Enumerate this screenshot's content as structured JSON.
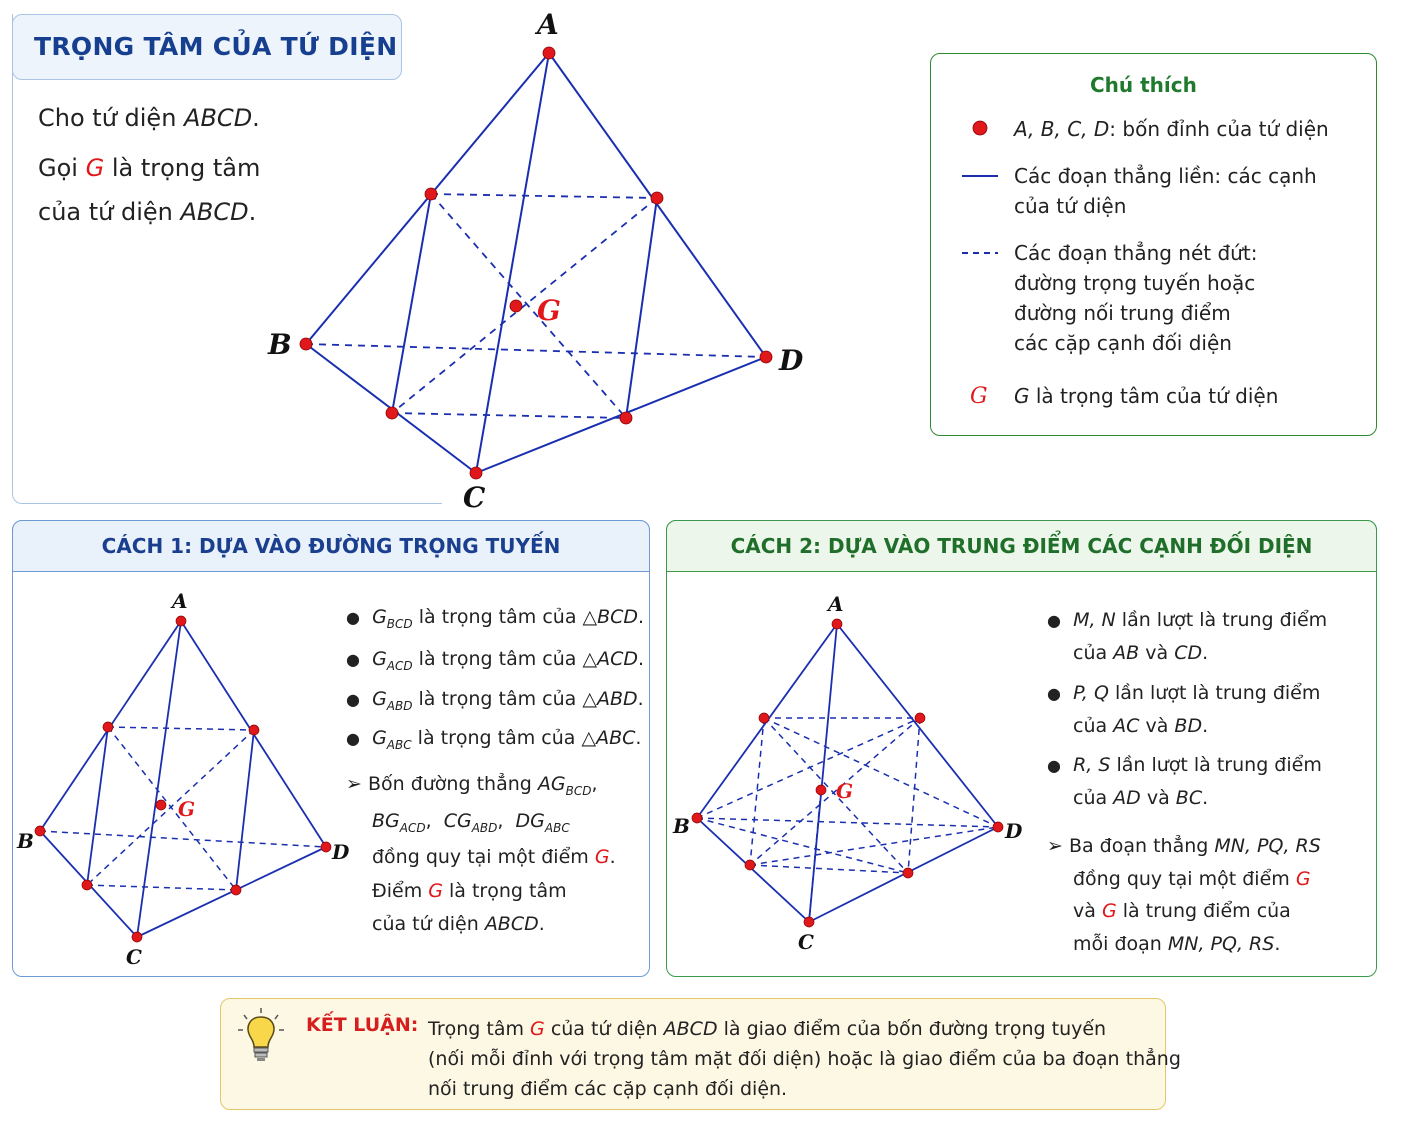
{
  "header": {
    "title": "TRỌNG TÂM CỦA TỨ DIỆN"
  },
  "intro": {
    "line1_pre": "Cho tứ diện ",
    "line1_name": "ABCD",
    "line1_post": ".",
    "line2_pre": "Gọi ",
    "line2_g": "G",
    "line2_post": " là trọng tâm",
    "line3_pre": "của tứ diện ",
    "line3_name": "ABCD",
    "line3_post": "."
  },
  "main_diagram": {
    "vertex_labels": {
      "A": "A",
      "B": "B",
      "C": "C",
      "D": "D"
    },
    "centroid_label": "G"
  },
  "legend": {
    "title": "Chú thích",
    "items": [
      {
        "icon": "red-dot-icon",
        "label_it": "A, B, C, D",
        "label": ": bốn đỉnh của tứ diện"
      },
      {
        "icon": "solid-line-icon",
        "lines": [
          "Các đoạn thẳng liền: các cạnh",
          "của tứ diện"
        ]
      },
      {
        "icon": "dashed-line-icon",
        "lines": [
          "Các đoạn thẳng nét đứt:",
          "đường trọng tuyến hoặc",
          "đường nối trung điểm",
          "các cặp cạnh đối diện"
        ]
      },
      {
        "symbol": "G",
        "label_it": "G",
        "label": " là trọng tâm của tứ diện"
      }
    ]
  },
  "method1": {
    "title": "CÁCH 1: DỰA VÀO ĐƯỜNG TRỌNG TUYẾN",
    "bullets": [
      {
        "g": "G",
        "sub": "BCD",
        "text": " là trọng tâm của ",
        "tri": "△BCD",
        "end": "."
      },
      {
        "g": "G",
        "sub": "ACD",
        "text": " là trọng tâm của ",
        "tri": "△ACD",
        "end": "."
      },
      {
        "g": "G",
        "sub": "ABD",
        "text": " là trọng tâm của ",
        "tri": "△ABD",
        "end": "."
      },
      {
        "g": "G",
        "sub": "ABC",
        "text": " là trọng tâm của ",
        "tri": "△ABC",
        "end": "."
      }
    ],
    "arrow_lines": {
      "l1_pre": "Bốn đường thẳng ",
      "l1_g": "AG",
      "l1_sub": "BCD",
      "l1_end": ",",
      "l2": [
        {
          "g": "BG",
          "sub": "ACD"
        },
        {
          "g": "CG",
          "sub": "ABD"
        },
        {
          "g": "DG",
          "sub": "ABC"
        }
      ],
      "l3_pre": "đồng quy tại một điểm ",
      "l3_g": "G",
      "l3_end": ".",
      "l4_pre": "Điểm ",
      "l4_g": "G",
      "l4_post": " là trọng tâm",
      "l5_pre": "của tứ diện ",
      "l5_name": "ABCD",
      "l5_end": "."
    },
    "labels": {
      "A": "A",
      "B": "B",
      "C": "C",
      "D": "D",
      "G": "G"
    }
  },
  "method2": {
    "title": "CÁCH 2: DỰA VÀO TRUNG ĐIỂM CÁC CẠNH ĐỐI DIỆN",
    "bullets": [
      {
        "l1_it": "M, N",
        "l1": " lần lượt là trung điểm",
        "l2_pre": "của ",
        "l2_a": "AB",
        "l2_mid": " và ",
        "l2_b": "CD",
        "l2_end": "."
      },
      {
        "l1_it": "P, Q",
        "l1": " lần lượt là trung điểm",
        "l2_pre": "của ",
        "l2_a": "AC",
        "l2_mid": " và ",
        "l2_b": "BD",
        "l2_end": "."
      },
      {
        "l1_it": "R, S",
        "l1": " lần lượt là trung điểm",
        "l2_pre": "của ",
        "l2_a": "AD",
        "l2_mid": " và ",
        "l2_b": "BC",
        "l2_end": "."
      }
    ],
    "arrow_lines": {
      "l1_pre": "Ba đoạn thẳng ",
      "l1_it": "MN, PQ, RS",
      "l2_pre": "đồng quy tại một điểm ",
      "l2_g": "G",
      "l3_pre": "và ",
      "l3_g": "G",
      "l3_post": " là trung điểm của",
      "l4_pre": "mỗi đoạn ",
      "l4_it": "MN, PQ, RS",
      "l4_end": "."
    },
    "labels": {
      "A": "A",
      "B": "B",
      "C": "C",
      "D": "D",
      "G": "G"
    }
  },
  "conclusion": {
    "label": "KẾT LUẬN:",
    "l1_pre": "Trọng tâm ",
    "l1_g": "G",
    "l1_mid": " của tứ diện ",
    "l1_name": "ABCD",
    "l1_post": " là giao điểm của bốn đường trọng tuyến",
    "l2": "(nối mỗi đỉnh với trọng tâm mặt đối diện) hoặc là giao điểm của ba đoạn thẳng",
    "l3": "nối trung điểm các cặp cạnh đối diện."
  },
  "colors": {
    "edge": "#1a2fb0",
    "vertex": "#e0181b",
    "title": "#163f8f",
    "legend": "#1f7a2e"
  }
}
